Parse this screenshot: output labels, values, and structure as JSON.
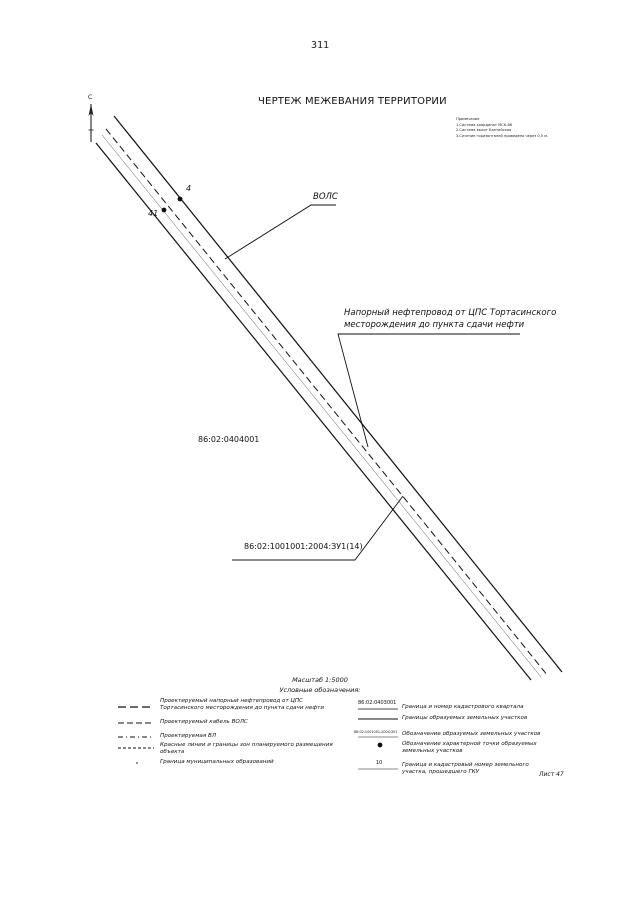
{
  "page_number": "311",
  "title": "ЧЕРТЕЖ МЕЖЕВАНИЯ ТЕРРИТОРИИ",
  "notes": {
    "header": "Примечание",
    "items": [
      "1.Система координат МСК-86",
      "2.Система высот Балтийская",
      "3.Сечение горизонталей проведено через 0,5 м."
    ]
  },
  "north_label": "С",
  "points": [
    {
      "label": "4"
    },
    {
      "label": "41"
    }
  ],
  "callouts": {
    "vols": "ВОЛС",
    "pipeline_line1": "Напорный нефтепровод от ЦПС Тортасинского",
    "pipeline_line2": "месторождения до пункта сдачи нефти",
    "cadastral_quarter": "86:02:0404001",
    "land_plot": "86:02:1001001:2004:ЗУ1(14)"
  },
  "scale": "Масштаб 1:5000",
  "legend": {
    "title": "Условные обозначения:",
    "left": [
      {
        "icon": "pipeline-dash-icon",
        "text": "Проектируемый напорный нефтепровод от ЦПС Тортасинского месторождения до пункта сдачи нефти"
      },
      {
        "icon": "cable-dash-icon",
        "text": "Проектируемый кабель ВОЛС"
      },
      {
        "icon": "power-line-dash-icon",
        "text": "Проектируемая ВЛ"
      },
      {
        "icon": "red-line-icon",
        "text": "Красные линии и границы зон планируемого размещения объекта"
      },
      {
        "icon": "dot-line-icon",
        "text": "Граница муниципальных образований"
      }
    ],
    "right": [
      {
        "sample": "86:02:0403001",
        "text": "Граница и номер кадастрового квартала"
      },
      {
        "sample": "",
        "text": "Границы образуемых земельных участков"
      },
      {
        "sample": "86:02:1001001:2004:ЗУ1",
        "text": "Обозначение образуемых земельных участков"
      },
      {
        "sample": "●",
        "text": "Обозначение характерной точки образуемых земельных участков"
      },
      {
        "sample": "10",
        "text": "Граница и кадастровый номер земельного участка, прошедшего ГКУ"
      }
    ]
  },
  "sheet": "Лист 47"
}
